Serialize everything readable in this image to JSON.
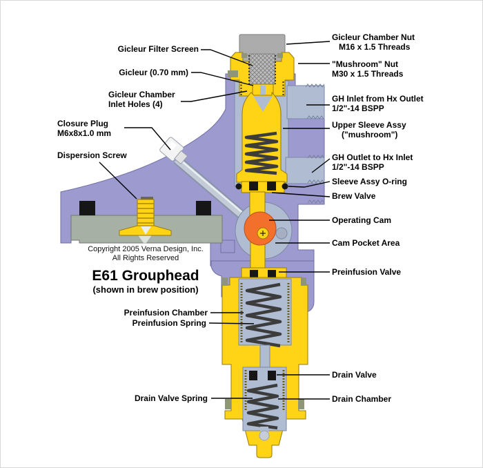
{
  "title": {
    "copyright_line1": "Copyright 2005 Verna Design, Inc.",
    "copyright_line2": "All Rights Reserved",
    "heading": "E61 Grouphead",
    "subheading": "(shown in brew position)"
  },
  "palette": {
    "part_yellow": "#FFD416",
    "body_purple": "#9C9ACE",
    "passage_gray": "#AFBCD2",
    "flange_gray": "#A7B0A4",
    "nut_gray": "#ACACAC",
    "cam_orange": "#F2702C",
    "spring_dark": "#3c3c3c",
    "label_color": "#000000"
  },
  "labels": {
    "gicleur_chamber_nut": {
      "line1": "Gicleur Chamber Nut",
      "line2": "M16 x 1.5 Threads"
    },
    "mushroom_nut": {
      "line1": "\"Mushroom\" Nut",
      "line2": "M30 x 1.5 Threads"
    },
    "gh_inlet": {
      "line1": "GH Inlet from Hx Outlet",
      "line2": "1/2\"-14 BSPP"
    },
    "upper_sleeve_assy": {
      "line1": "Upper Sleeve Assy",
      "line2": "(\"mushroom\")"
    },
    "gh_outlet": {
      "line1": "GH Outlet to Hx Inlet",
      "line2": "1/2\"-14 BSPP"
    },
    "sleeve_assy_oring": {
      "line1": "Sleeve Assy O-ring"
    },
    "brew_valve": {
      "line1": "Brew Valve"
    },
    "operating_cam": {
      "line1": "Operating Cam"
    },
    "cam_pocket_area": {
      "line1": "Cam Pocket Area"
    },
    "preinfusion_valve": {
      "line1": "Preinfusion Valve"
    },
    "drain_valve": {
      "line1": "Drain Valve"
    },
    "drain_chamber": {
      "line1": "Drain Chamber"
    },
    "gicleur_filter_screen": {
      "line1": "Gicleur Filter Screen"
    },
    "gicleur": {
      "line1": "Gicleur (0.70 mm)"
    },
    "gicleur_chamber_inlet_holes": {
      "line1": "Gicleur Chamber",
      "line2": "Inlet Holes (4)"
    },
    "closure_plug": {
      "line1": "Closure Plug",
      "line2": "M6x8x1.0 mm"
    },
    "dispersion_screw": {
      "line1": "Dispersion Screw"
    },
    "preinfusion_chamber": {
      "line1": "Preinfusion Chamber"
    },
    "preinfusion_spring": {
      "line1": "Preinfusion Spring"
    },
    "drain_valve_spring": {
      "line1": "Drain Valve Spring"
    }
  }
}
